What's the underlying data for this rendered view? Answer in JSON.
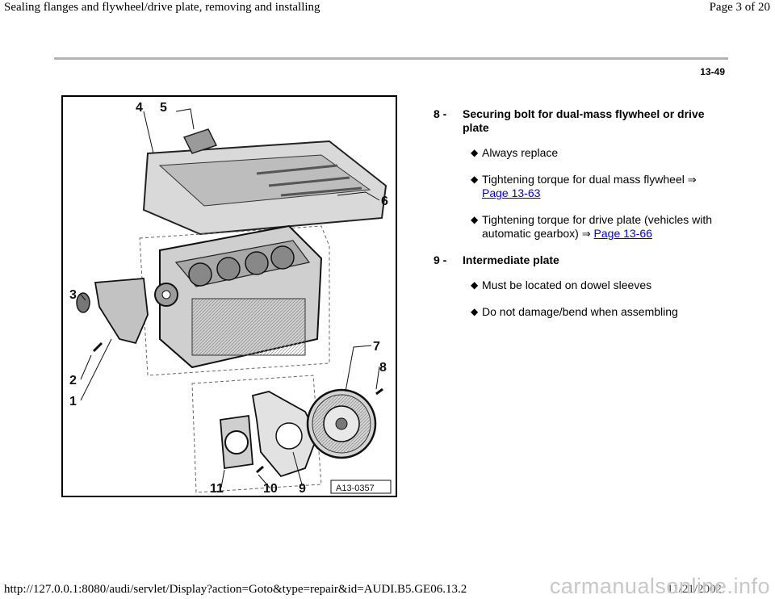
{
  "header": {
    "title": "Sealing flanges and flywheel/drive plate, removing and installing",
    "page_of": "Page 3 of 20"
  },
  "page_number": "13-49",
  "figure": {
    "id": "A13-0357",
    "callouts": [
      "1",
      "2",
      "3",
      "4",
      "5",
      "6",
      "7",
      "8",
      "9",
      "10",
      "11"
    ]
  },
  "legend": {
    "items": [
      {
        "number": "8 -",
        "title": "Securing bolt for dual-mass flywheel or drive plate",
        "bullets": [
          {
            "text": "Always replace",
            "arrow": "",
            "link": ""
          },
          {
            "text": "Tightening torque for dual mass flywheel",
            "arrow": "⇒",
            "link": "Page 13-63"
          },
          {
            "text": "Tightening torque for drive plate (vehicles with automatic gearbox)",
            "arrow": "⇒",
            "link": "Page 13-66"
          }
        ]
      },
      {
        "number": "9 -",
        "title": "Intermediate plate",
        "bullets": [
          {
            "text": "Must be located on dowel sleeves",
            "arrow": "",
            "link": ""
          },
          {
            "text": "Do not damage/bend when assembling",
            "arrow": "",
            "link": ""
          }
        ]
      }
    ]
  },
  "footer": {
    "url": "http://127.0.0.1:8080/audi/servlet/Display?action=Goto&type=repair&id=AUDI.B5.GE06.13.2",
    "date": "11/21/2002",
    "watermark": "carmanualsonline.info"
  }
}
